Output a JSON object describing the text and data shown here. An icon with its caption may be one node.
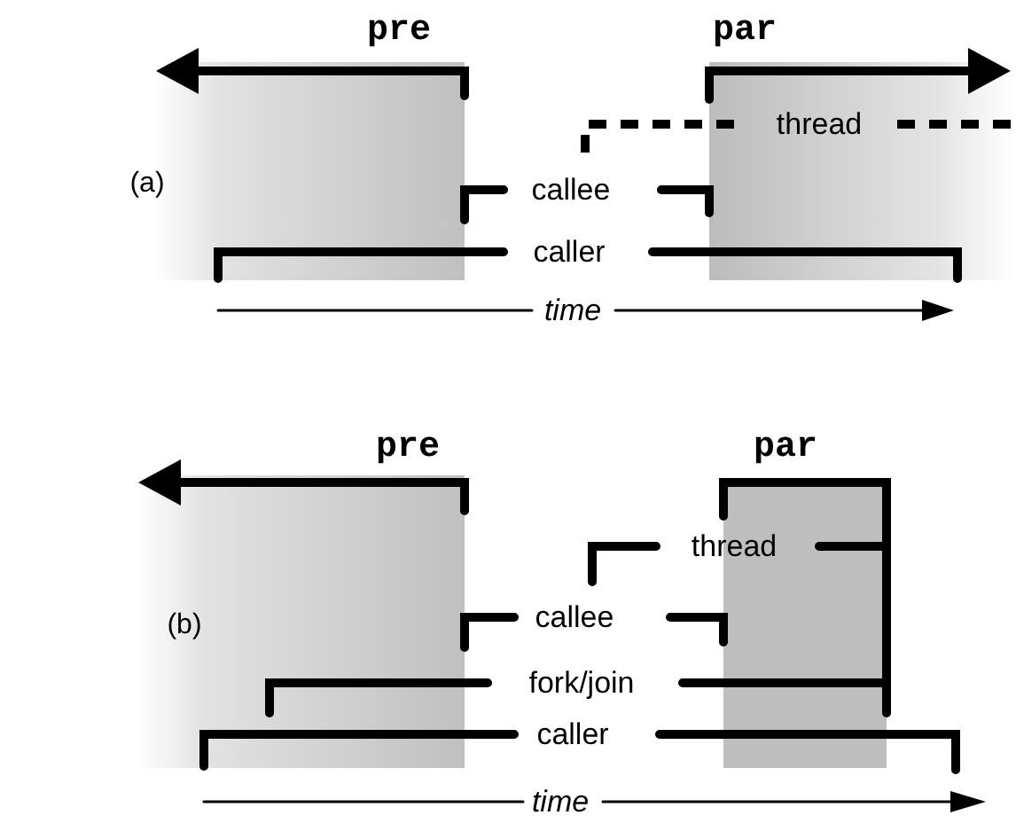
{
  "diagram": {
    "labels": [
      "(a)",
      "pre",
      "par",
      "thread",
      "callee",
      "caller",
      "time",
      "(b)",
      "pre",
      "par",
      "thread",
      "callee",
      "fork/join",
      "caller",
      "time"
    ]
  }
}
